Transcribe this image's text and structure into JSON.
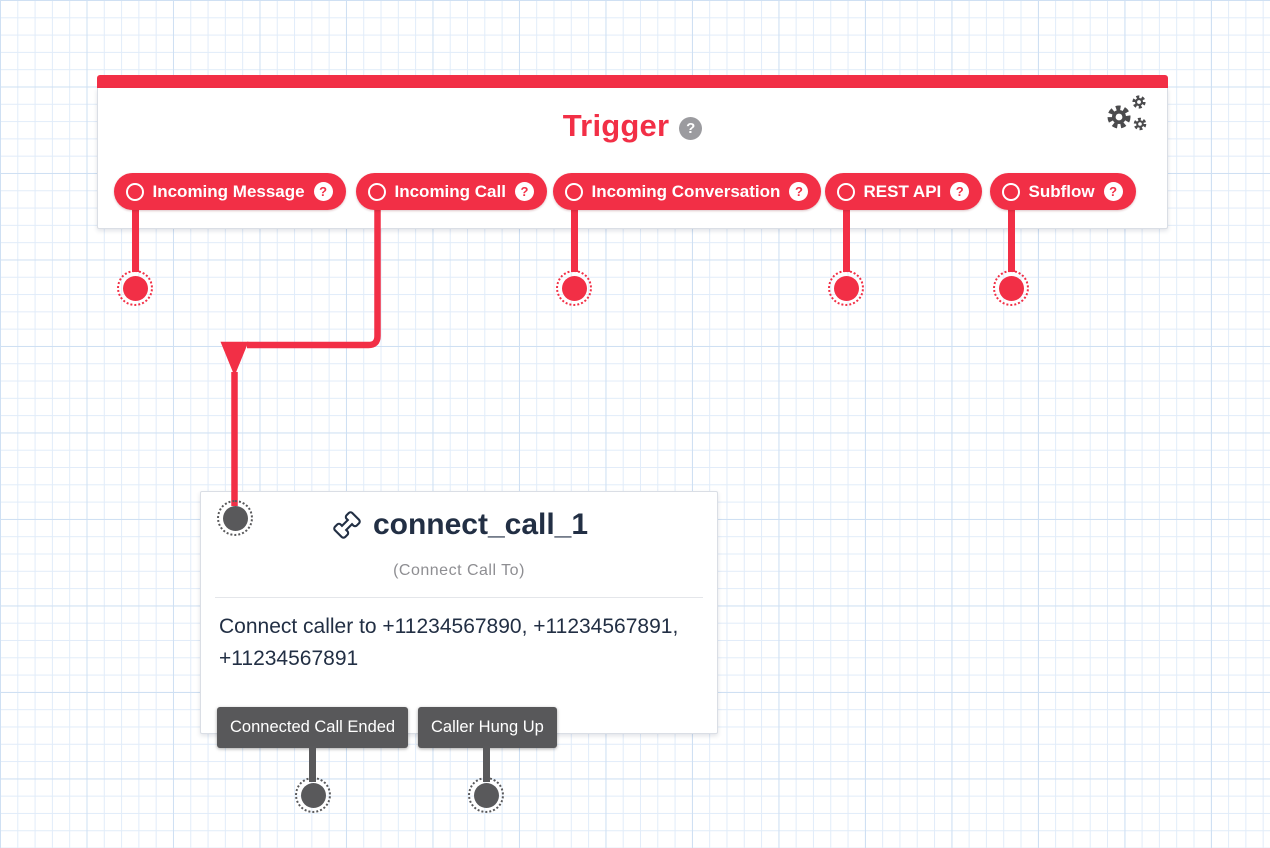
{
  "colors": {
    "brand_red": "#F22F46",
    "dark_navy": "#222F44",
    "transition_gray": "#58585A",
    "help_gray": "#9B9B9F"
  },
  "icons": {
    "help_glyph": "?",
    "settings": "gears-icon",
    "widget_type_icon": "phone-handset-icon"
  },
  "trigger": {
    "title": "Trigger",
    "pills": [
      {
        "label": "Incoming Message"
      },
      {
        "label": "Incoming Call"
      },
      {
        "label": "Incoming Conversation"
      },
      {
        "label": "REST API"
      },
      {
        "label": "Subflow"
      }
    ]
  },
  "connector": {
    "from": "Incoming Call",
    "to": "connect_call_1"
  },
  "widget": {
    "name": "connect_call_1",
    "type_label": "(Connect Call To)",
    "description": "Connect caller to +11234567890, +11234567891, +11234567891",
    "transitions": [
      {
        "label": "Connected Call Ended"
      },
      {
        "label": "Caller Hung Up"
      }
    ]
  }
}
